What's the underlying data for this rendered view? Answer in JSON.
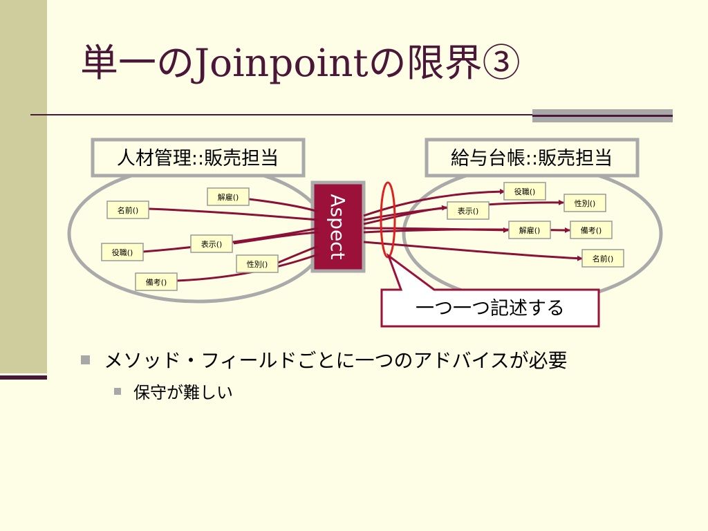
{
  "slide": {
    "title": "単一のJoinpointの限界③"
  },
  "diagram": {
    "left_header": "人材管理::販売担当",
    "right_header": "給与台帳::販売担当",
    "aspect_label": "Aspect",
    "callout": "一つ一つ記述する",
    "left_members": [
      "解雇()",
      "名前()",
      "表示()",
      "役職()",
      "性別()",
      "備考()"
    ],
    "right_members": [
      "役職()",
      "性別()",
      "表示()",
      "解雇()",
      "備考()",
      "名前()"
    ]
  },
  "bullets": {
    "level1": "メソッド・フィールドごとに一つのアドバイスが必要",
    "level2": "保守が難しい"
  },
  "colors": {
    "accent": "#4a1738",
    "aspect": "#9b1139",
    "arrow": "#8b1037",
    "highlight": "#e02020",
    "background": "#fefee6"
  }
}
